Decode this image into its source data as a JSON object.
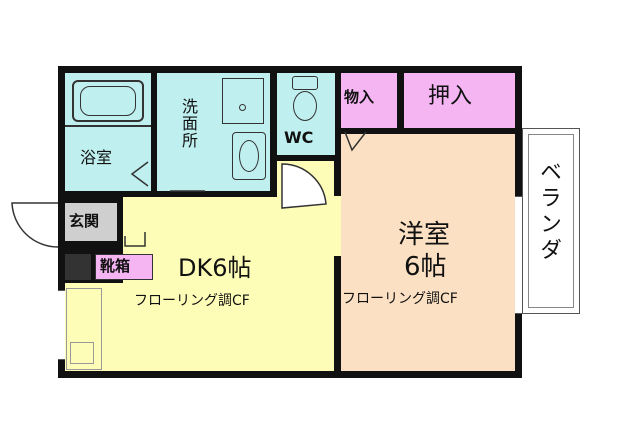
{
  "rooms": {
    "bath": "浴室",
    "washroom": "洗面所",
    "wc": "WC",
    "storage": "物入",
    "closet": "押入",
    "veranda": "ベランダ",
    "entrance": "玄関",
    "shoe_box": "靴箱",
    "dk": "DK6帖",
    "dk_floor": "フローリング調CF",
    "western_name": "洋室",
    "western_size": "6帖",
    "western_floor": "フローリング調CF"
  },
  "colors": {
    "wet_area": "#bff0ef",
    "storage": "#f4b5f2",
    "dk": "#fdfdb8",
    "western": "#fce0c3",
    "entrance": "#cfcfcf",
    "wall": "#111111"
  }
}
